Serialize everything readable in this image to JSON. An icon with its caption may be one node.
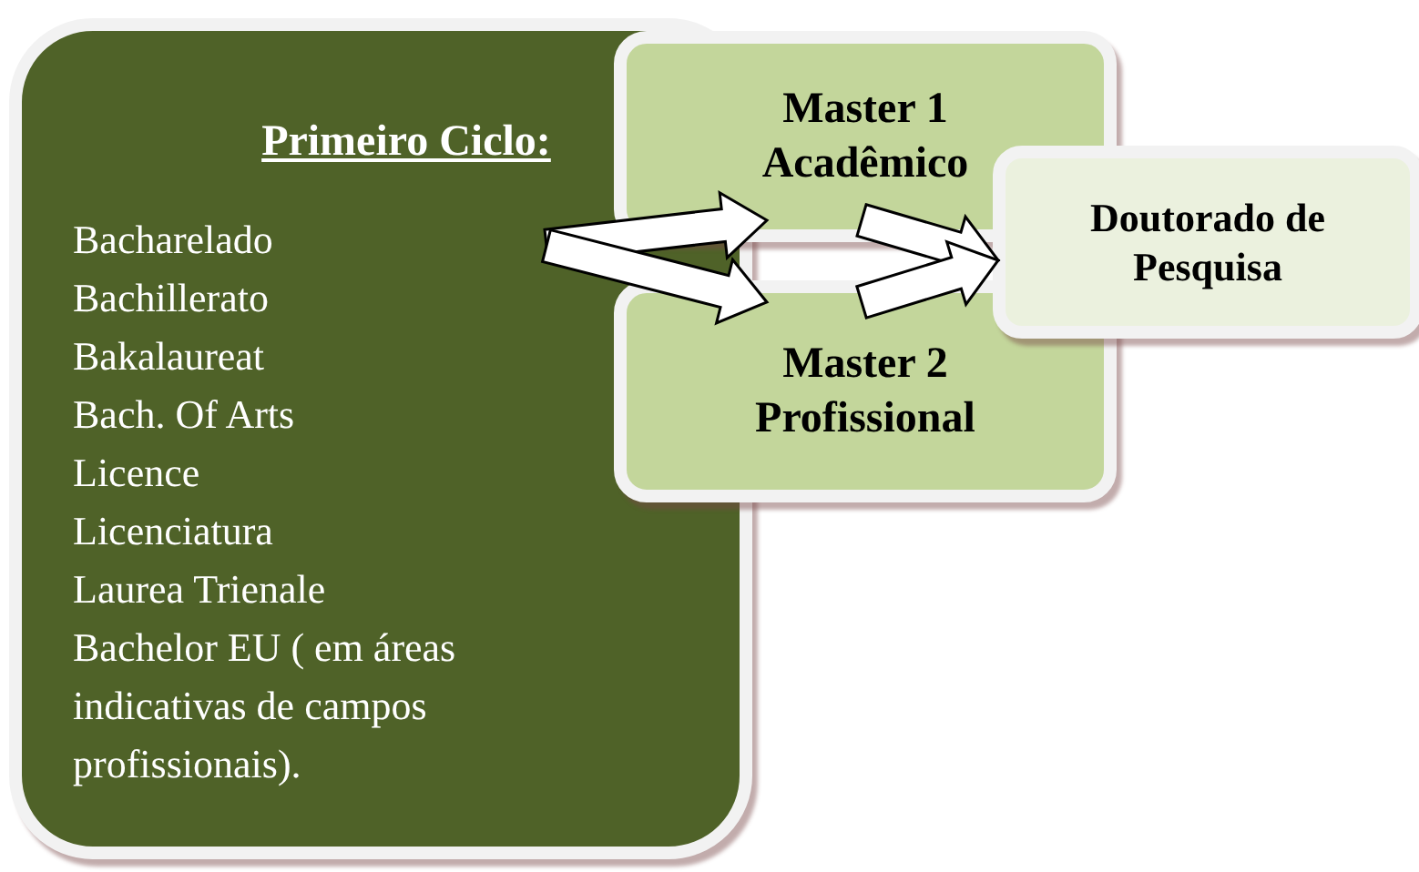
{
  "diagram": {
    "nodes": [
      {
        "text": [
          "Primeiro Ciclo:",
          "Bacharelado",
          "Bachillerato",
          "Bakalaureat",
          "Bach. Of  Arts",
          "Licence",
          "Licenciatura",
          "Laurea Trienale",
          "Bachelor EU ( em áreas indicativas de campos profissionais)."
        ]
      },
      {
        "text": [
          "Master 1 Acadêmico"
        ]
      },
      {
        "text": [
          "Master 2 Profissional"
        ]
      },
      {
        "text": [
          "Doutorado de Pesquisa"
        ]
      }
    ],
    "edges": [
      {
        "from": 0,
        "to": 1,
        "arrow": "to"
      },
      {
        "from": 0,
        "to": 2,
        "arrow": "to"
      },
      {
        "from": 1,
        "to": 3,
        "arrow": "to"
      },
      {
        "from": 2,
        "to": 3,
        "arrow": "to"
      }
    ]
  }
}
